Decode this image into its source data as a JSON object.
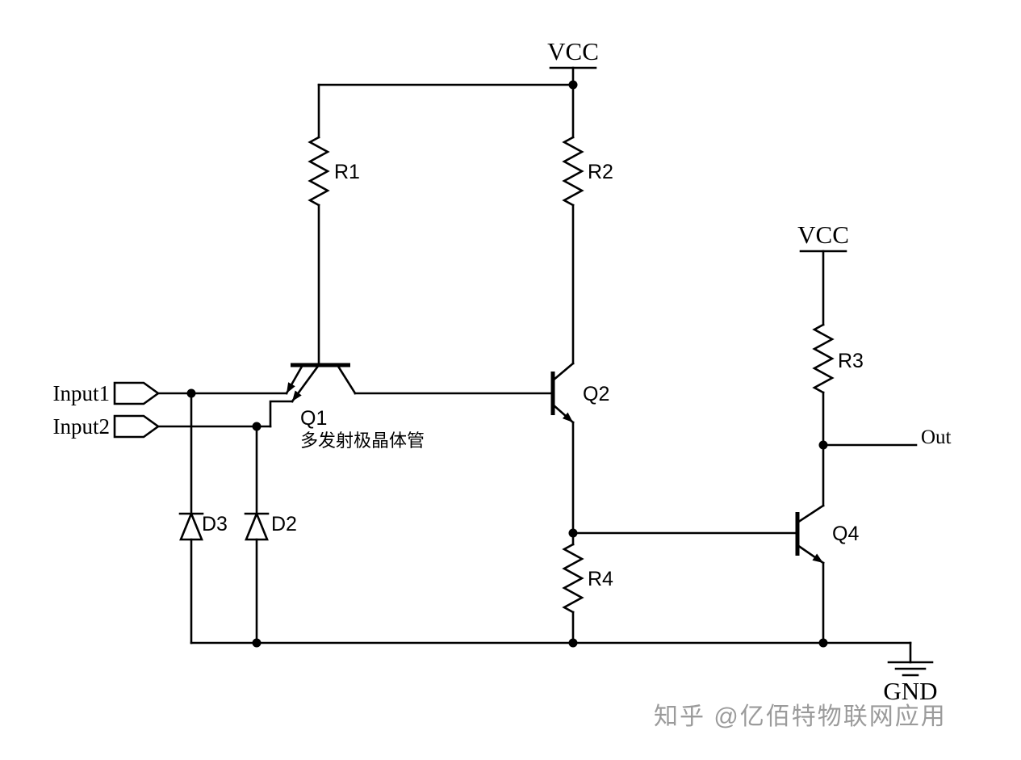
{
  "schematic": {
    "power": {
      "vcc_top": "VCC",
      "vcc_right": "VCC",
      "gnd": "GND"
    },
    "inputs": {
      "input1": "Input1",
      "input2": "Input2"
    },
    "output": {
      "out": "Out"
    },
    "resistors": {
      "r1": "R1",
      "r2": "R2",
      "r3": "R3",
      "r4": "R4"
    },
    "transistors": {
      "q1": "Q1",
      "q1_note": "多发射极晶体管",
      "q2": "Q2",
      "q4": "Q4"
    },
    "diodes": {
      "d3": "D3",
      "d2": "D2"
    },
    "watermark": "知乎 @亿佰特物联网应用",
    "colors": {
      "wire": "#000000",
      "background": "#ffffff",
      "watermark": "#9b9b9b"
    }
  }
}
